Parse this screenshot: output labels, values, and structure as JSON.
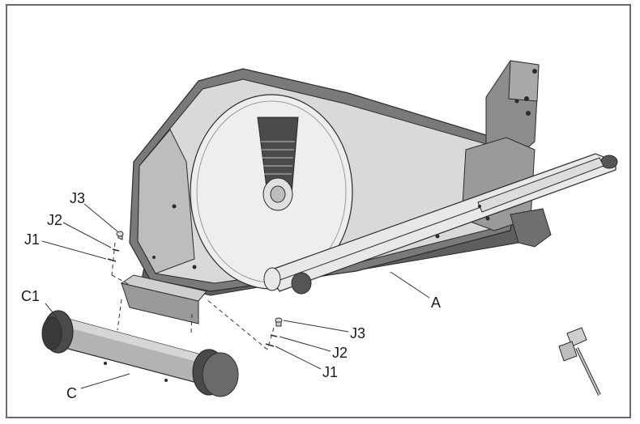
{
  "labels": {
    "j3_left": "J3",
    "j2_left": "J2",
    "j1_left": "J1",
    "c1": "C1",
    "c": "C",
    "a": "A",
    "j3_right": "J3",
    "j2_right": "J2",
    "j1_right": "J1"
  },
  "colors": {
    "body_dark": "#5e5e5e",
    "body_mid": "#8c8c8c",
    "body_light": "#d9d9d9",
    "cover": "#eeeeee",
    "tube": "#e8e8e8",
    "outline": "#2b2b2b",
    "frame": "#6b6b6b"
  },
  "icons": {
    "wrench": "allen-wrench-icon"
  }
}
